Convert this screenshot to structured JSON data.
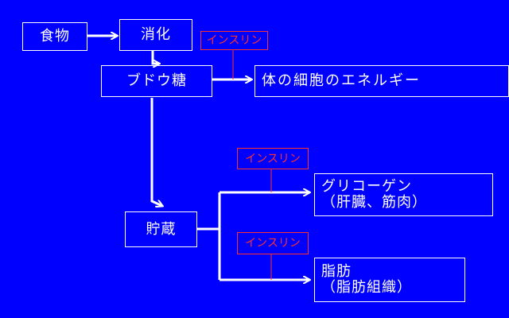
{
  "colors": {
    "background": "#0000ff",
    "box": "#ffffff",
    "insulin": "#ff3030"
  },
  "nodes": {
    "food": "食物",
    "digestion": "消化",
    "glucose": "ブドウ糖",
    "energy": "体の細胞のエネルギー",
    "storage": "貯蔵",
    "glycogen": "グリコーゲン",
    "glycogen_location": "（肝臓、筋肉）",
    "fat": "脂肪",
    "fat_location": "（脂肪組織）"
  },
  "insulin_label": "インスリン"
}
